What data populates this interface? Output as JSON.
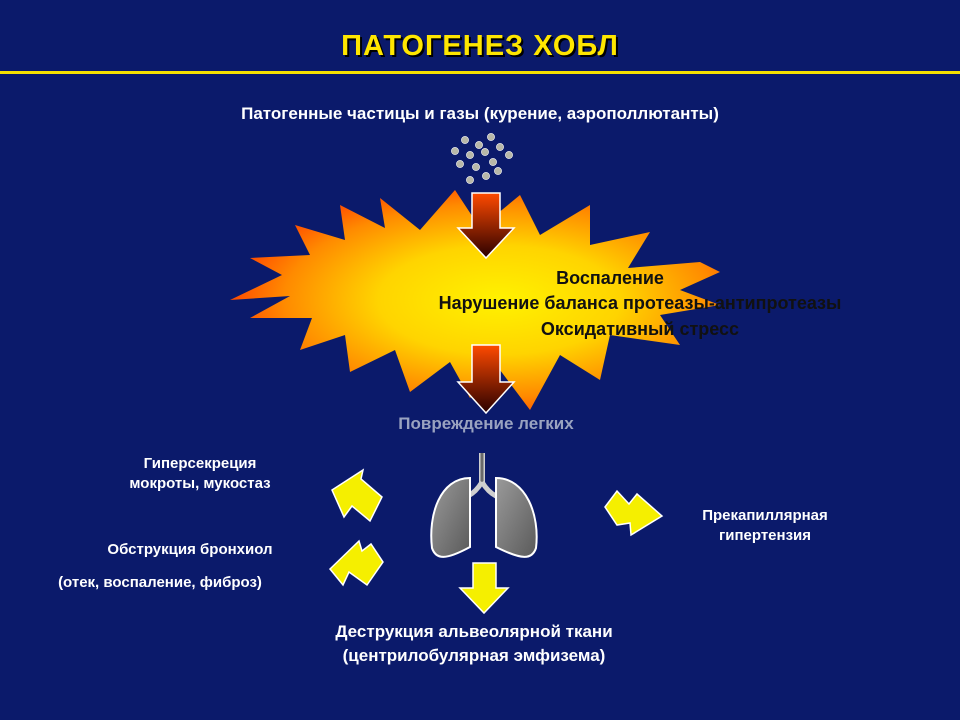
{
  "title": "ПАТОГЕНЕЗ ХОБЛ",
  "cause": "Патогенные частицы и газы  (курение, аэрополлютанты)",
  "mechanisms": [
    "Воспаление",
    "Нарушение баланса протеазы-антипротеазы",
    "Оксидативный стресс"
  ],
  "injury": "Повреждение легких",
  "outcomes": {
    "hypersecretion": [
      "Гиперсекреция",
      "мокроты, мукостаз"
    ],
    "obstruction": "Обструкция бронхиол",
    "obstruction_detail": "(отек, воспаление, фиброз)",
    "hypertension": [
      "Прекапиллярная",
      "гипертензия"
    ],
    "destruction": [
      "Деструкция альвеолярной ткани",
      "(центрилобулярная эмфизема)"
    ]
  },
  "colors": {
    "background": "#0b1a6b",
    "title": "#ffe600",
    "arrow_yellow": "#f5ef00",
    "burst_outer": "#ff5a00",
    "burst_inner": "#ffe000"
  },
  "icons": [
    "particles-icon",
    "down-arrow-icon",
    "burst-shape",
    "lungs-icon",
    "yellow-arrow-icon"
  ]
}
